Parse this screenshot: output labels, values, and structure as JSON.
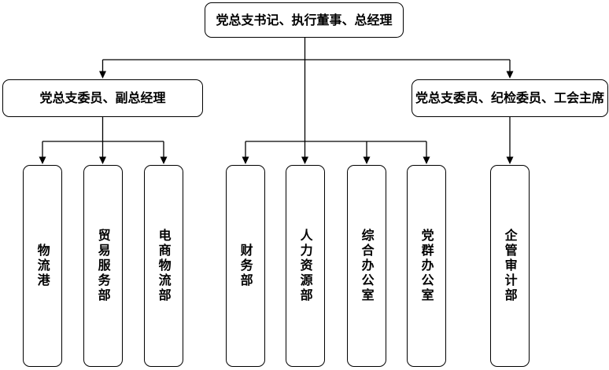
{
  "diagram": {
    "type": "org-chart",
    "root": {
      "label": "党总支书记、执行董事、总经理"
    },
    "branches": {
      "left": {
        "label": "党总支委员、副总经理",
        "departments": [
          "物流港",
          "贸易服务部",
          "电商物流部"
        ]
      },
      "right": {
        "label": "党总支委员、纪检委员、工会主席",
        "departments": [
          "企管审计部"
        ]
      }
    },
    "direct_departments": [
      "财务部",
      "人力资源部",
      "综合办公室",
      "党群办公室"
    ],
    "colors": {
      "line": "#000000",
      "node_fill": "#ffffff",
      "node_border": "#000000",
      "text": "#000000",
      "background": "#ffffff"
    }
  }
}
